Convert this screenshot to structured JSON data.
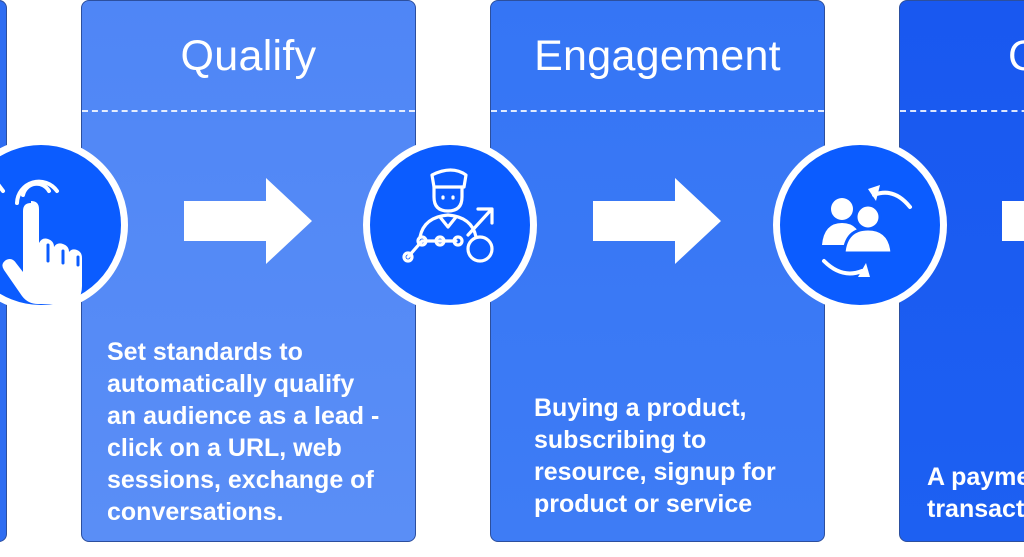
{
  "stages": [
    {
      "title": "Qualify",
      "lines": [
        "Set standards to",
        "automatically qualify",
        "an audience as a lead -",
        "click on a URL, web",
        "sessions, exchange of",
        "conversations."
      ]
    },
    {
      "title": "Engagement",
      "lines": [
        "Buying a product,",
        "subscribing to",
        "resource, signup for",
        "product or service"
      ]
    },
    {
      "title": "C",
      "lines": [
        "A payme",
        "transact"
      ]
    }
  ],
  "icons": [
    "pointer-hand-icon",
    "person-growth-chart-icon",
    "user-exchange-icon"
  ],
  "colors": {
    "panel_light": "#5a8ef6",
    "panel_mid": "#3e7cf5",
    "panel_dark": "#1d60f2",
    "circle": "#0b5cff",
    "border": "#2c4f9e"
  }
}
